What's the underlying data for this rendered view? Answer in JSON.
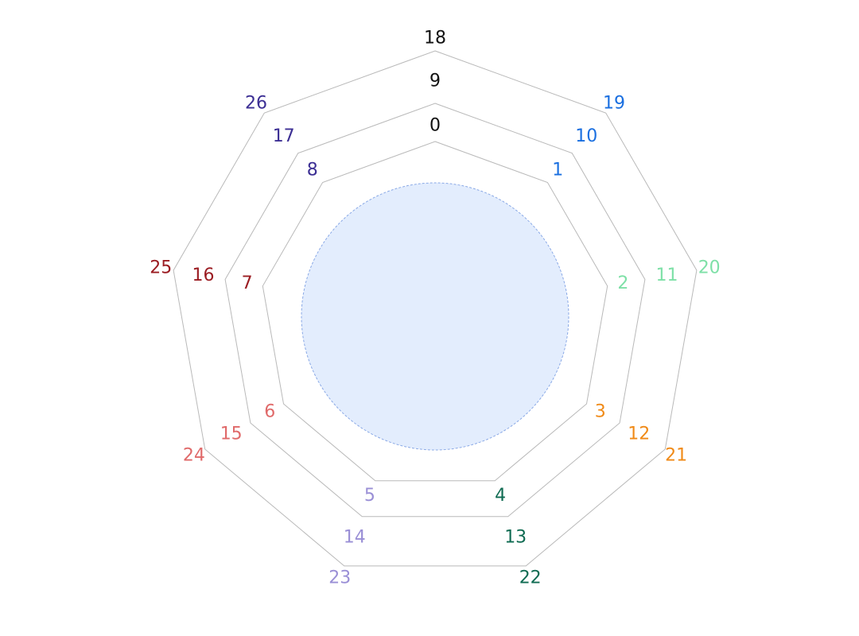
{
  "diagram": {
    "shape": "nonagon",
    "rings": 3,
    "center_disc_color": "#e3edfd",
    "ring_stroke_color": "#b9b9b9",
    "spokes": [
      {
        "labels": [
          "0",
          "9",
          "18"
        ],
        "color": "#111111"
      },
      {
        "labels": [
          "1",
          "10",
          "19"
        ],
        "color": "#1a6fe0"
      },
      {
        "labels": [
          "2",
          "11",
          "20"
        ],
        "color": "#7ee0a7"
      },
      {
        "labels": [
          "3",
          "12",
          "21"
        ],
        "color": "#f08a17"
      },
      {
        "labels": [
          "4",
          "13",
          "22"
        ],
        "color": "#0f6b52"
      },
      {
        "labels": [
          "5",
          "14",
          "23"
        ],
        "color": "#9a8fd6"
      },
      {
        "labels": [
          "6",
          "15",
          "24"
        ],
        "color": "#e06a6a"
      },
      {
        "labels": [
          "7",
          "16",
          "25"
        ],
        "color": "#9b1c22"
      },
      {
        "labels": [
          "8",
          "17",
          "26"
        ],
        "color": "#3c2f94"
      }
    ]
  }
}
